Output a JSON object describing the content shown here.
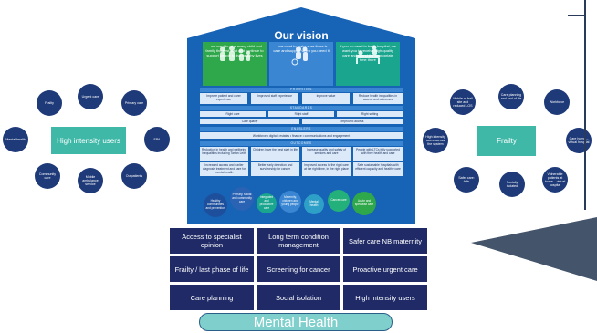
{
  "vision": {
    "title": "Our vision",
    "boxes": [
      {
        "text": "…we want to give every child and family the best start and continue to support people to live healthy lives",
        "color": "#2ea84a"
      },
      {
        "text": "…we want to make sure there is care and support when you need it",
        "color": "#3a86d2"
      },
      {
        "text": "If you do need to be in hospital, we want you to receive high-quality care and spend the appropriate time there",
        "color": "#1aa58f"
      }
    ],
    "priorities_label": "PRIORITIES",
    "priorities": [
      "Improve patient and carer experience",
      "Improved staff experience",
      "Improve value",
      "Reduce health inequalities in access and outcomes"
    ],
    "standards_label": "STANDARDS",
    "standards": [
      "Right care",
      "Right staff",
      "Right setting"
    ],
    "standards_row2": [
      "Care quality",
      "Improved access"
    ],
    "enablers_label": "ENABLERS",
    "enabler": "Workforce • digital • estates • finance • communications and engagement",
    "outcomes_label": "OUTCOMES",
    "outcomes": [
      "Reduction in health and wellbeing inequalities including Tartan Leith",
      "Children have the best start in life",
      "Increase quality and safety of services and care",
      "People with LTCs fully supported with their health and care",
      "Increased access and earlier diagnosis treatment and care for mental health",
      "Better early detection and survivorship for cancer",
      "Improved access to the right care at the right time, in the right place",
      "Safe sustainable hospitals with efficient capacity and healthy care"
    ],
    "gears": [
      {
        "text": "Healthy communities and prevention",
        "color": "#1e4f9c"
      },
      {
        "text": "Primary, social and community care",
        "color": "#2a62b4"
      },
      {
        "text": "Integrated and productive care",
        "color": "#1aa58f"
      },
      {
        "text": "Maternity, children and young people",
        "color": "#3a86d2"
      },
      {
        "text": "Mental health",
        "color": "#2ea0c8"
      },
      {
        "text": "Cancer care",
        "color": "#23b07a"
      },
      {
        "text": "Acute and specialist care",
        "color": "#2ea84a"
      }
    ]
  },
  "left_diagram": {
    "center": "High intensity users",
    "bubbles": [
      "Frailty",
      "Urgent care",
      "Primary care",
      "Mental health",
      "EPA",
      "Community care",
      "Mobile ambulance service",
      "Outpatients"
    ]
  },
  "right_diagram": {
    "center": "Frailty",
    "bubbles": [
      "Mobile at frail site and reduced LOS",
      "Care planning and end of life",
      "Workforce",
      "High intensity users across the system",
      "Care home – virtual hospital",
      "Safer care: falls",
      "Socially isolated",
      "Vulnerable patients at home – virtual hospital"
    ]
  },
  "grid": [
    "Access to specialist opinion",
    "Long term condition management",
    "Safer care NB maternity",
    "Frailty / last phase of life",
    "Screening for cancer",
    "Proactive urgent care",
    "Care planning",
    "Social isolation",
    "High intensity users"
  ],
  "footer": "Mental Health",
  "colors": {
    "house": "#1763b5",
    "grid": "#1f2a66",
    "teal": "#3fb8a8",
    "bubble": "#1e3a78"
  }
}
